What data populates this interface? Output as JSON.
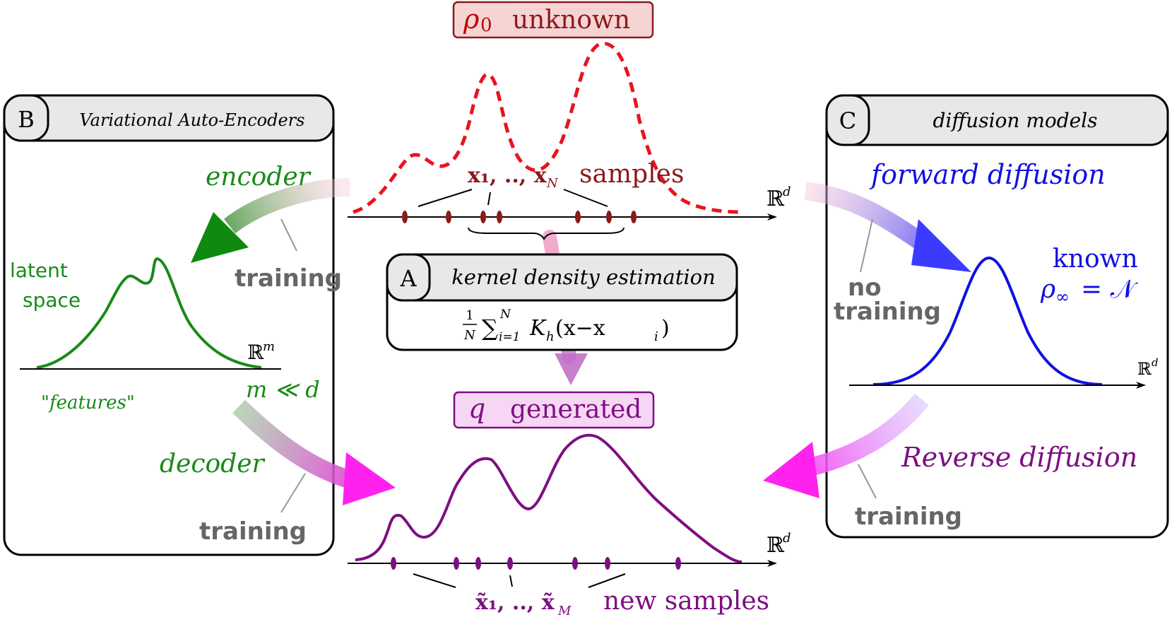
{
  "top": {
    "rho0_symbol": "ρ",
    "rho0_sub": "0",
    "rho0_word": "unknown",
    "samples_label_math": "x₁, .., x",
    "samples_label_sub": "N",
    "samples_label_word": "samples",
    "axis_label": "ℝ",
    "axis_sup": "d"
  },
  "panel_a": {
    "badge": "A",
    "title": "kernel density estimation",
    "formula_frac_num": "1",
    "formula_frac_den": "N",
    "formula_sum": "∑",
    "formula_sum_sub": "i=1",
    "formula_sum_sup": "N",
    "formula_body": "K",
    "formula_body_sub": "h",
    "formula_args": "(x−x",
    "formula_args_sub": "i",
    "formula_close": ")"
  },
  "panel_b": {
    "badge": "B",
    "title": "Variational Auto-Encoders",
    "encoder": "encoder",
    "decoder": "decoder",
    "training_top": "training",
    "training_bottom": "training",
    "latent_line1": "latent",
    "latent_line2": "space",
    "features": "\"features\"",
    "axis_label": "ℝ",
    "axis_sup": "m",
    "dim_relation": "m ≪ d"
  },
  "panel_c": {
    "badge": "C",
    "title": "diffusion models",
    "forward": "forward diffusion",
    "reverse": "Reverse diffusion",
    "no_training_1": "no",
    "no_training_2": "training",
    "training": "training",
    "known": "known",
    "rho_inf": "ρ",
    "rho_inf_sub": "∞",
    "rho_inf_eq": "= 𝒩",
    "axis_label": "ℝ",
    "axis_sup": "d"
  },
  "bottom": {
    "q_symbol": "q",
    "q_word": "generated",
    "new_samples_math": "x̃₁, .., x̃",
    "new_samples_sub": "M",
    "new_samples_word": "new samples",
    "axis_label": "ℝ",
    "axis_sup": "d"
  },
  "colors": {
    "red": "#e8141e",
    "darkred": "#8b1a1a",
    "green": "#188a18",
    "blue": "#1010e0",
    "purple": "#7d0f82",
    "magenta": "#ff22ee",
    "gray": "#666666"
  }
}
